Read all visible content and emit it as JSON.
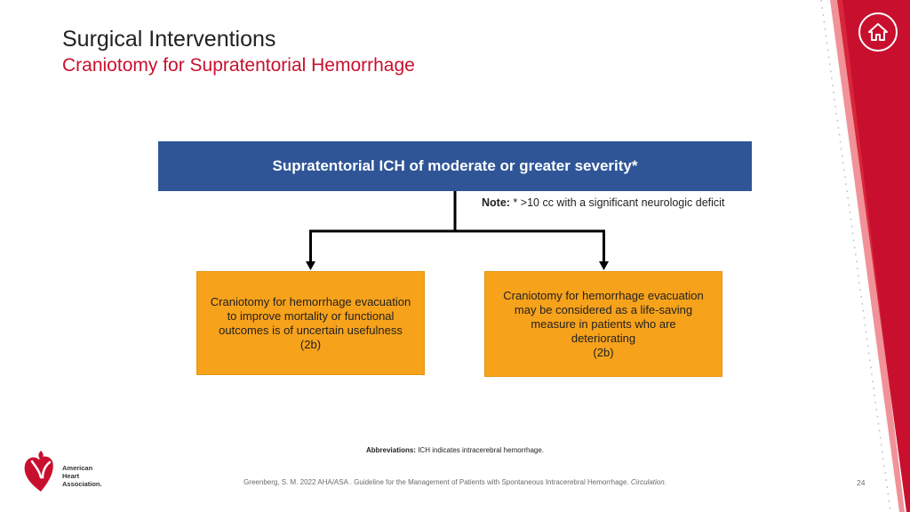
{
  "slide": {
    "title": "Surgical Interventions",
    "subtitle": "Craniotomy for Supratentorial Hemorrhage",
    "page_number": "24"
  },
  "flowchart": {
    "top_node": "Supratentorial ICH of moderate or greater severity*",
    "note_label": "Note:",
    "note_text": " * >10 cc with a significant neurologic deficit",
    "left_node": "Craniotomy for hemorrhage evacuation\nto improve mortality or functional\noutcomes is of uncertain usefulness\n(2b)",
    "right_node": "Craniotomy for hemorrhage evacuation\nmay be considered as a life-saving\nmeasure in patients who are\ndeteriorating\n(2b)"
  },
  "footer": {
    "abbreviations_label": "Abbreviations:",
    "abbreviations_text": " ICH indicates intracerebral hemorrhage.",
    "citation_main": "Greenberg, S. M. 2022 AHA/ASA . Guideline for the Management of Patients with Spontaneous Intracerebral Hemorrhage. ",
    "citation_journal": "Circulation",
    "citation_end": "."
  },
  "logo": {
    "text": "American\nHeart\nAssociation."
  },
  "icons": {
    "home": "home-icon",
    "logo": "heart-torch-icon"
  },
  "colors": {
    "accent_red": "#c8102e",
    "top_node_blue": "#2f5597",
    "node_orange": "#f7a21b"
  }
}
